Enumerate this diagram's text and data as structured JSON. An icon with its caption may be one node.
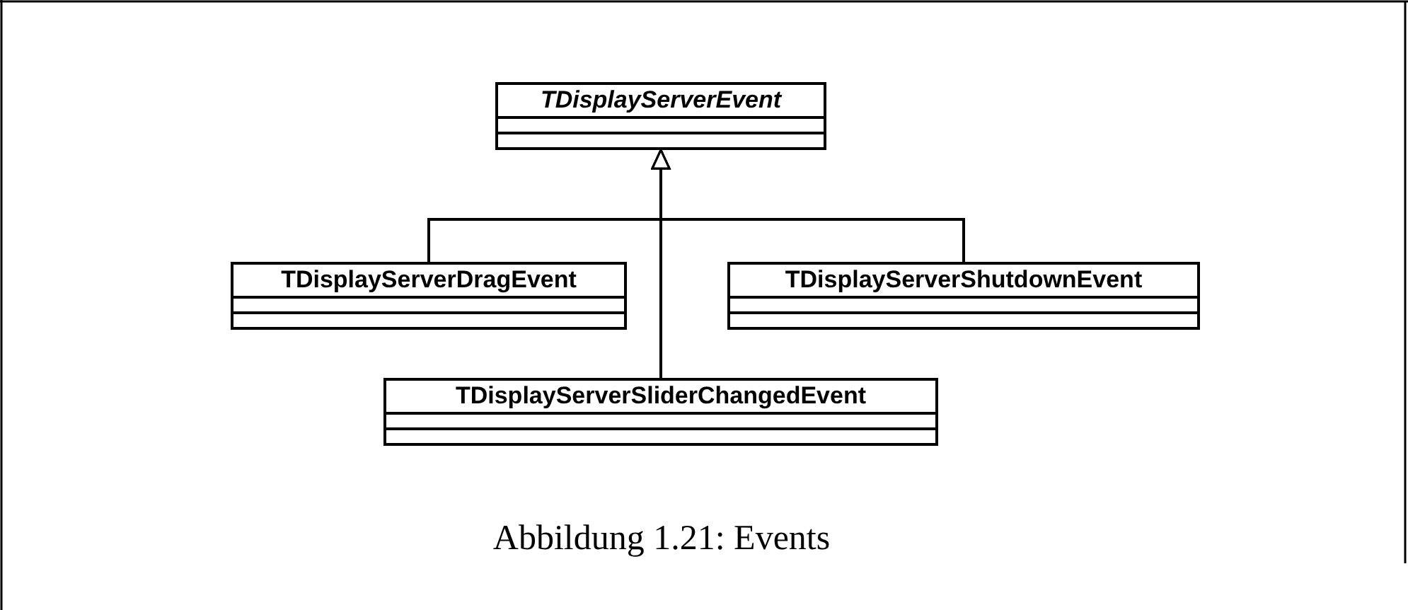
{
  "diagram": {
    "caption": "Abbildung 1.21: Events",
    "nodes": [
      {
        "text": [
          "TDisplayServerEvent"
        ]
      },
      {
        "text": [
          "TDisplayServerDragEvent"
        ]
      },
      {
        "text": [
          "TDisplayServerShutdownEvent"
        ]
      },
      {
        "text": [
          "TDisplayServerSliderChangedEvent"
        ]
      }
    ],
    "edges": [
      {
        "from": 1,
        "to": 0,
        "arrow": "to"
      },
      {
        "from": 2,
        "to": 0,
        "arrow": "to"
      },
      {
        "from": 3,
        "to": 0,
        "arrow": "to"
      }
    ]
  }
}
